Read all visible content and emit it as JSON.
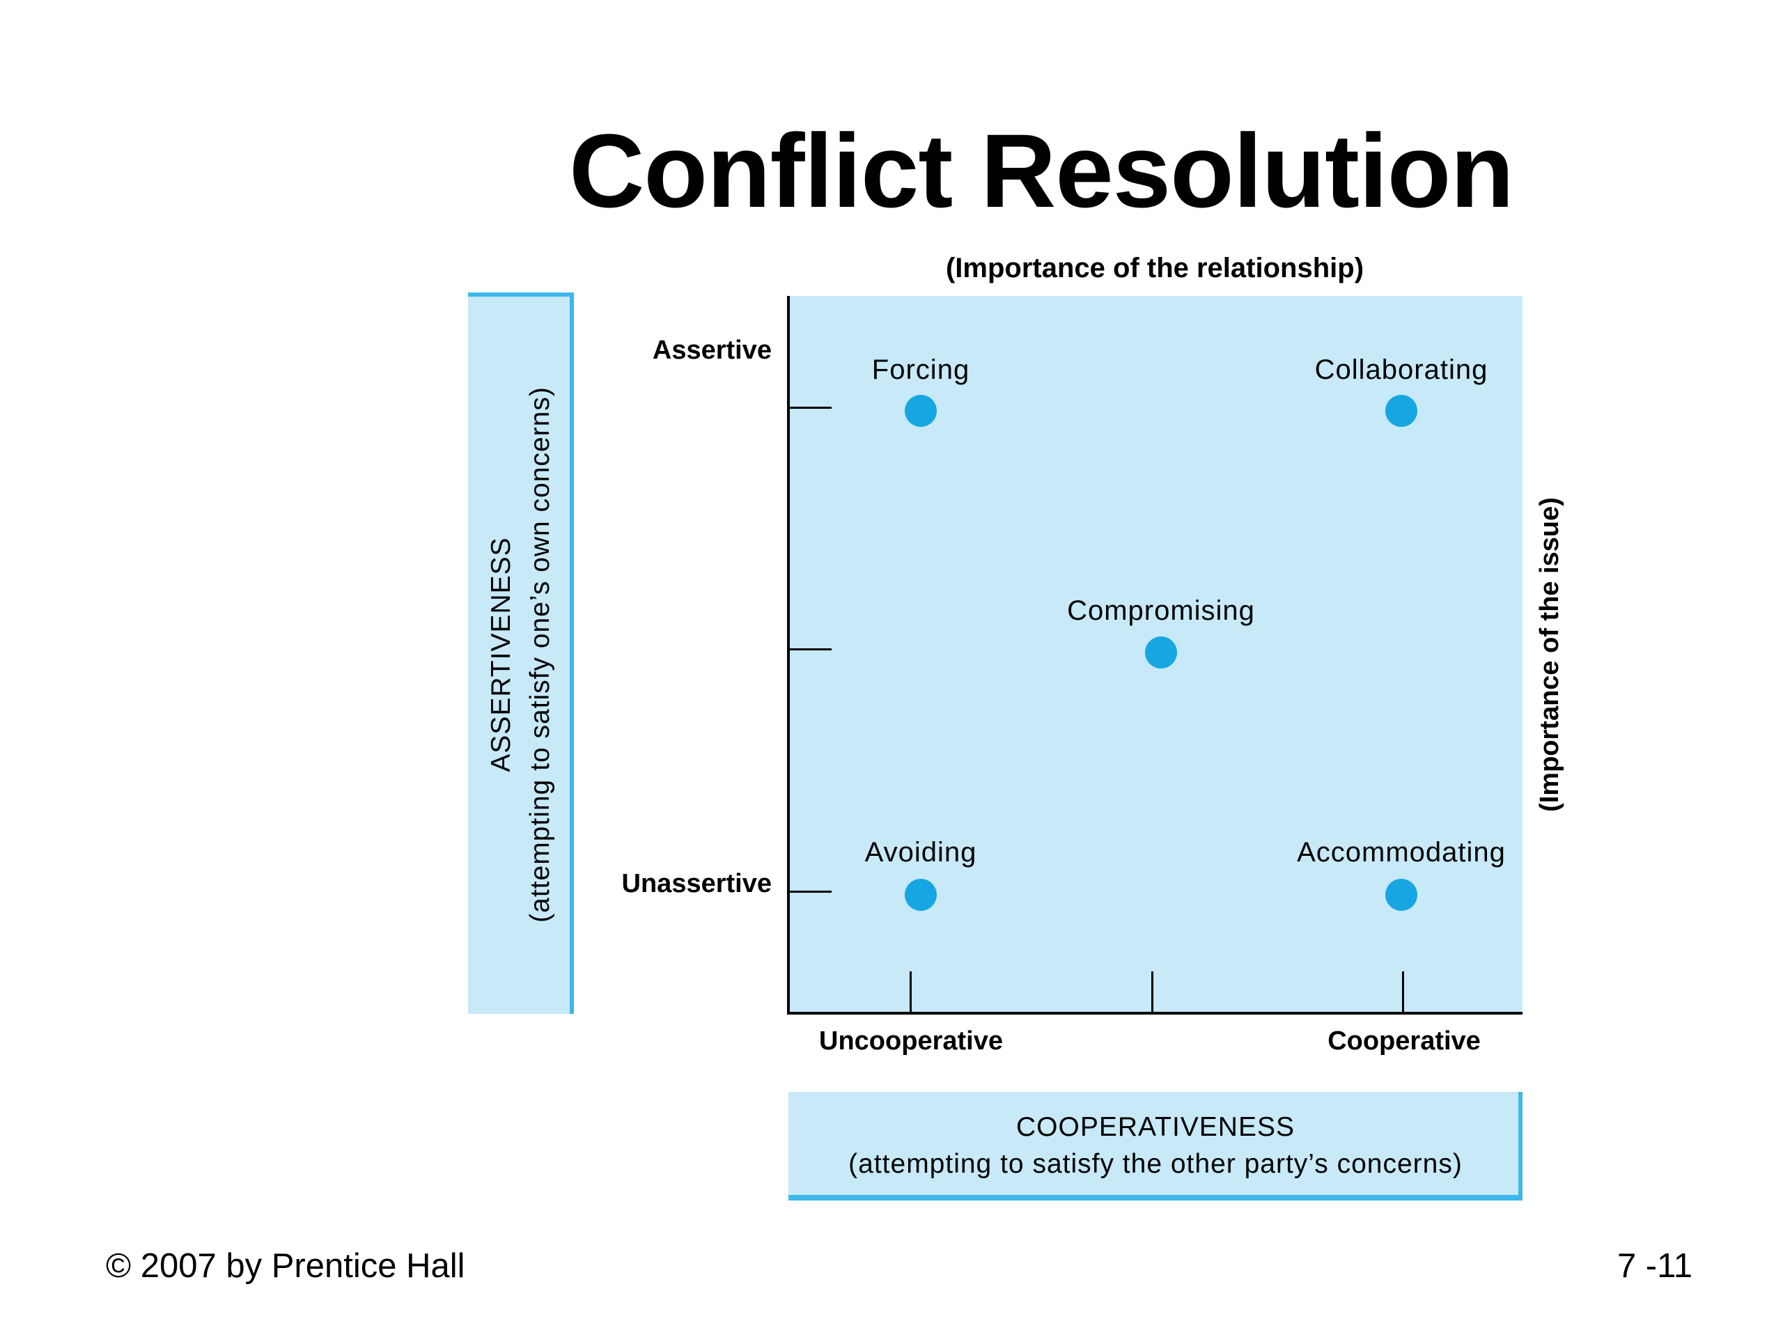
{
  "title": "Conflict Resolution",
  "diagram": {
    "top_label": "(Importance of the relationship)",
    "right_label": "(Importance of the issue)",
    "y_axis": {
      "high_label": "Assertive",
      "low_label": "Unassertive",
      "title": "ASSERTIVENESS",
      "subtitle": "(attempting to satisfy one’s own concerns)"
    },
    "x_axis": {
      "low_label": "Uncooperative",
      "high_label": "Cooperative",
      "title": "COOPERATIVENESS",
      "subtitle": "(attempting to satisfy the other party’s concerns)"
    },
    "styles": [
      {
        "label": "Forcing",
        "cooperativeness": "low",
        "assertiveness": "high"
      },
      {
        "label": "Collaborating",
        "cooperativeness": "high",
        "assertiveness": "high"
      },
      {
        "label": "Compromising",
        "cooperativeness": "medium",
        "assertiveness": "medium"
      },
      {
        "label": "Avoiding",
        "cooperativeness": "low",
        "assertiveness": "low"
      },
      {
        "label": "Accommodating",
        "cooperativeness": "high",
        "assertiveness": "low"
      }
    ],
    "colors": {
      "panel": "#c7e9f8",
      "dot": "#16a7e2",
      "border": "#3fb7ea"
    }
  },
  "footer": {
    "copyright": "© 2007 by Prentice Hall",
    "page": "7 -11"
  }
}
